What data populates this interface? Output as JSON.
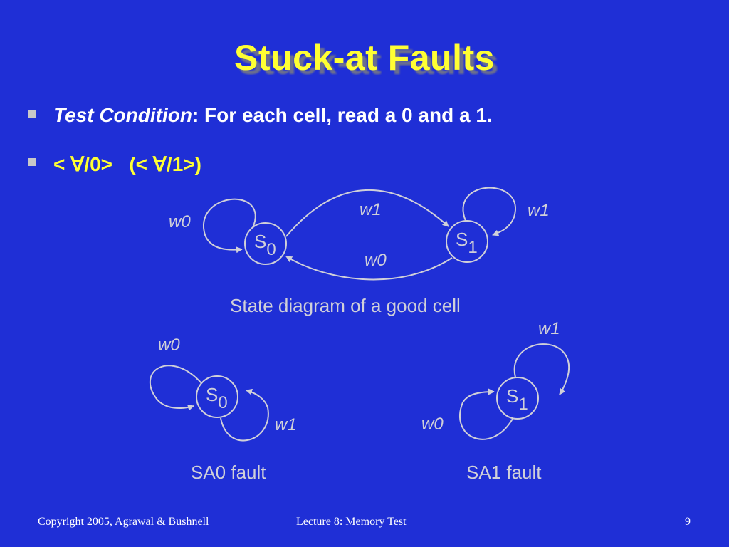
{
  "slide": {
    "title": "Stuck-at Faults",
    "bullets": [
      {
        "label": "Test Condition",
        "text": ": For each cell, read a 0 and a 1."
      },
      {
        "text": "< ∀/0>   (< ∀/1>)"
      }
    ]
  },
  "diagram": {
    "good": {
      "caption": "State diagram of a good cell",
      "s0": {
        "main": "S",
        "sub": "0"
      },
      "s1": {
        "main": "S",
        "sub": "1"
      },
      "loop_s0": "w0",
      "loop_s1": "w1",
      "arc_top": "w1",
      "arc_bottom": "w0"
    },
    "sa0": {
      "caption": "SA0 fault",
      "state": {
        "main": "S",
        "sub": "0"
      },
      "loop_top": "w0",
      "loop_bottom": "w1"
    },
    "sa1": {
      "caption": "SA1 fault",
      "state": {
        "main": "S",
        "sub": "1"
      },
      "loop_top": "w1",
      "loop_left": "w0"
    }
  },
  "footer": {
    "left": "Copyright 2005, Agrawal & Bushnell",
    "center": "Lecture 8: Memory Test",
    "page": "9"
  }
}
